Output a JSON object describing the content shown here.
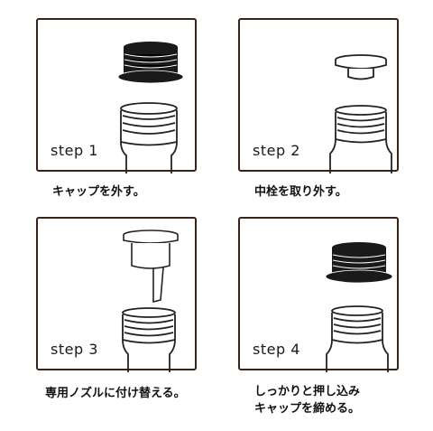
{
  "steps": [
    {
      "label": "step 1",
      "caption": "キャップを外す。"
    },
    {
      "label": "step 2",
      "caption": "中栓を取り外す。"
    },
    {
      "label": "step 3",
      "caption": "専用ノズルに付け替える。"
    },
    {
      "label": "step 4",
      "caption_line1": "しっかりと押し込み",
      "caption_line2": "キャップを締める。"
    }
  ],
  "colors": {
    "border": "#3a2218",
    "cap": "#1a1a1a",
    "line": "#222222"
  }
}
